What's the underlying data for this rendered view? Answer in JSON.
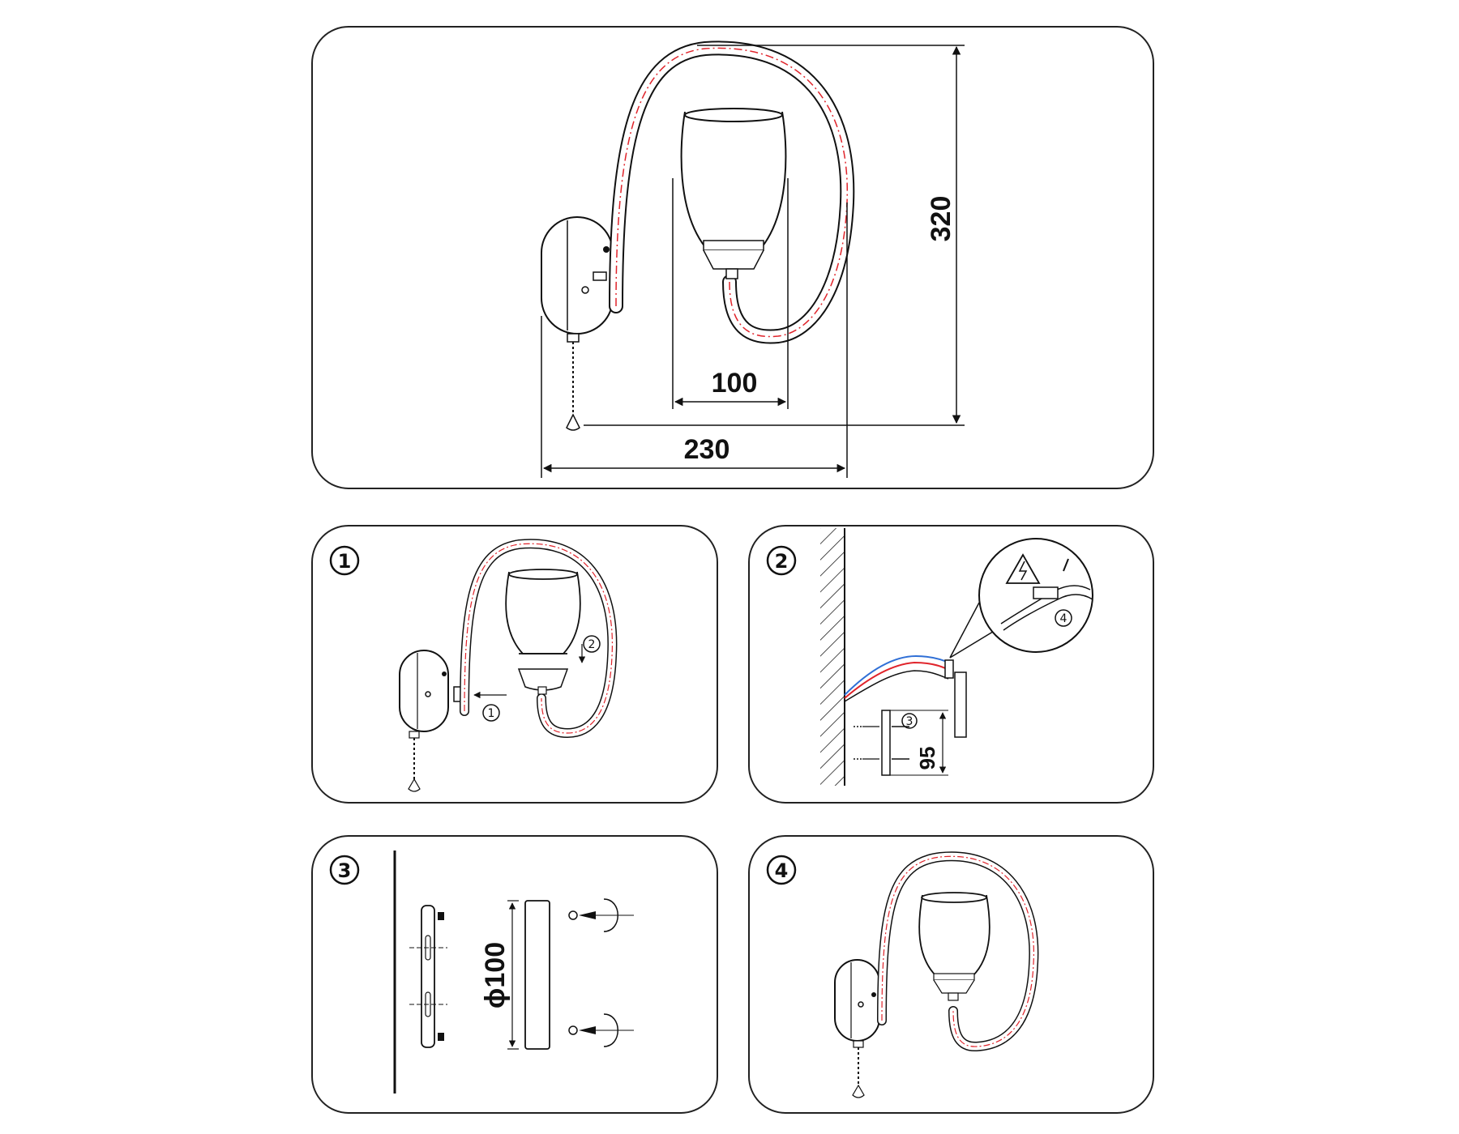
{
  "main_dimensions": {
    "height": "320",
    "width": "230",
    "shade_width": "100"
  },
  "steps": [
    {
      "number": "1",
      "callouts": [
        "1",
        "2"
      ]
    },
    {
      "number": "2",
      "callouts": [
        "3",
        "4"
      ],
      "spacing": "95"
    },
    {
      "number": "3",
      "diameter": "ϕ100"
    },
    {
      "number": "4"
    }
  ],
  "colors": {
    "outline": "#111111",
    "wire_live": "#e0242b",
    "wire_neutral": "#2f6fd6",
    "panel_border": "#222222"
  }
}
